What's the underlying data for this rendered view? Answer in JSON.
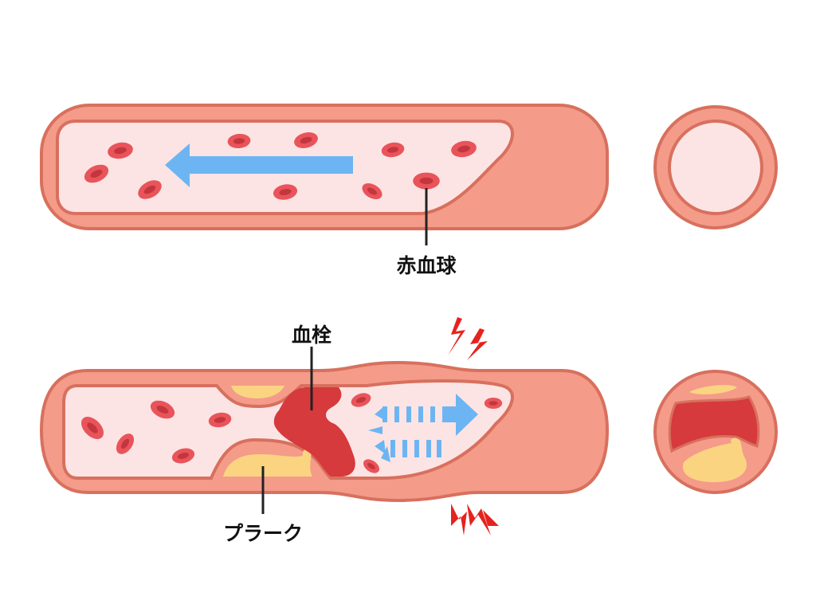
{
  "labels": {
    "red_blood_cell": "赤血球",
    "thrombus": "血栓",
    "plaque": "プラーク"
  },
  "colors": {
    "wall": "#F49B8A",
    "wall_stroke": "#D8705E",
    "lumen": "#FDE4E4",
    "rbc": "#E9545B",
    "rbc_core": "#C3363D",
    "flow_arrow": "#6DB5F2",
    "plaque": "#FBD482",
    "clot": "#D63A3C",
    "lightning": "#E5231E"
  },
  "icons": [
    "flow-arrow-icon",
    "obstructed-flow-arrow-icon",
    "lightning-icon"
  ]
}
